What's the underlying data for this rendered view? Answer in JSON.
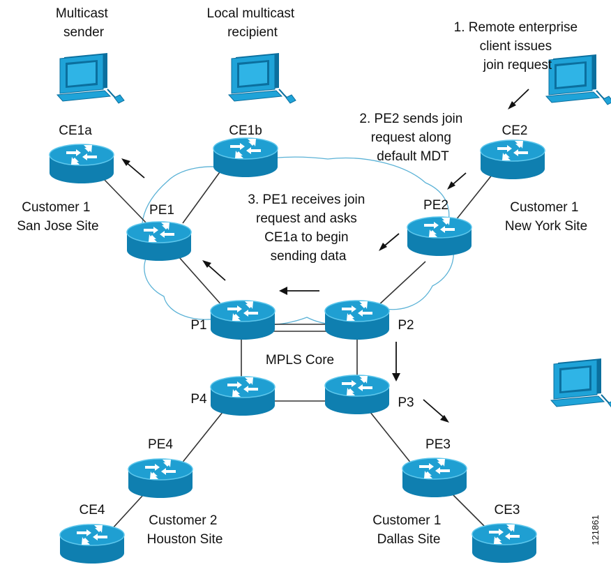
{
  "diagram": {
    "colors": {
      "router_top": "#1f9fd2",
      "router_side": "#0f7fb0",
      "router_rim": "#5ec7ec",
      "cloud_outline": "#5bb2d6",
      "link": "#333333",
      "pc_body": "#1fa3d8",
      "pc_dark": "#0b6f9e"
    },
    "labels": {
      "multicast_sender": [
        "Multicast",
        "sender"
      ],
      "local_recipient": [
        "Local multicast",
        "recipient"
      ],
      "step1": [
        "1. Remote enterprise",
        "client issues",
        "join request"
      ],
      "step2": [
        "2. PE2 sends join",
        "request along",
        "default MDT"
      ],
      "step3": [
        "3. PE1 receives join",
        "request and asks",
        "CE1a to begin",
        "sending data"
      ],
      "site_sanjose": [
        "Customer 1",
        "San Jose Site"
      ],
      "site_newyork": [
        "Customer 1",
        "New York Site"
      ],
      "site_houston": [
        "Customer 2",
        "Houston Site"
      ],
      "site_dallas": [
        "Customer 1",
        "Dallas Site"
      ],
      "mpls_core": "MPLS Core",
      "figure_id": "121861"
    },
    "routers": [
      {
        "id": "CE1a",
        "label": "CE1a"
      },
      {
        "id": "CE1b",
        "label": "CE1b"
      },
      {
        "id": "CE2",
        "label": "CE2"
      },
      {
        "id": "PE1",
        "label": "PE1"
      },
      {
        "id": "PE2",
        "label": "PE2"
      },
      {
        "id": "P1",
        "label": "P1"
      },
      {
        "id": "P2",
        "label": "P2"
      },
      {
        "id": "P4",
        "label": "P4"
      },
      {
        "id": "P3",
        "label": "P3"
      },
      {
        "id": "PE4",
        "label": "PE4"
      },
      {
        "id": "PE3",
        "label": "PE3"
      },
      {
        "id": "CE4",
        "label": "CE4"
      },
      {
        "id": "CE3",
        "label": "CE3"
      }
    ],
    "computers": [
      "sender",
      "local-recipient",
      "remote-client",
      "dallas-client"
    ]
  }
}
